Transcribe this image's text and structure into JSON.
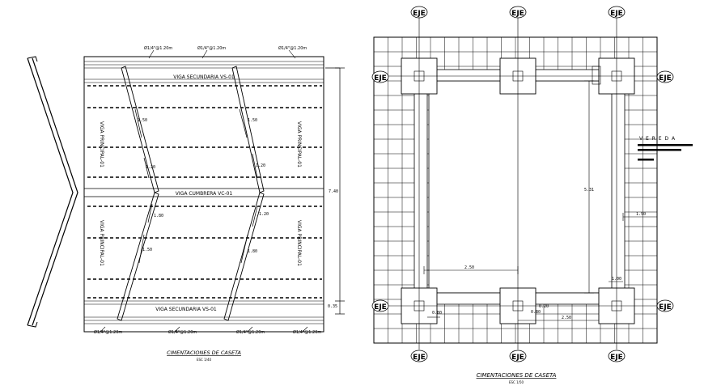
{
  "left_plan": {
    "beam_top": "VIGA SECUNDARIA  VS-01",
    "beam_bottom": "VIGA SECUNDARIA  VS-01",
    "beam_ridge": "VIGA CUMBRERA   VC-01",
    "beam_principal": "VIGA PRINCIPAL-01",
    "top_callouts": [
      "Ø1/4\"@1.20m",
      "Ø1/4\"@1.20m",
      "Ø1/4\"@1.20m"
    ],
    "bottom_callouts": [
      "Ø1/4\"@1.20m",
      "Ø1/4\"@1.20m",
      "Ø1/4\"@1.20m",
      "Ø1/4\"@1.20m"
    ],
    "dim_height": "7.40",
    "dim_small": "0.35",
    "brace_dims": [
      "1.50",
      "1.20",
      "1.50",
      "1.20",
      "1.80",
      "1.50",
      "1.20",
      "1.80"
    ],
    "title": "CIMENTACIONES DE CASETA",
    "scale": "ESC 1/40"
  },
  "right_plan": {
    "axis_label": "EJE",
    "vereda": "V E R E D A",
    "dim_vertical": "5.31",
    "dim_horizontal": "2.50",
    "dim_left": "1.50",
    "dim_small": "1.00",
    "dim_bottom_left": "0.80",
    "dim_bottom_mid": "0.80",
    "dim_bottom_right": "2.50",
    "dim_corner": "0.20",
    "title": "CIMENTACIONES DE CASETA",
    "scale": "ESC 1/50"
  }
}
